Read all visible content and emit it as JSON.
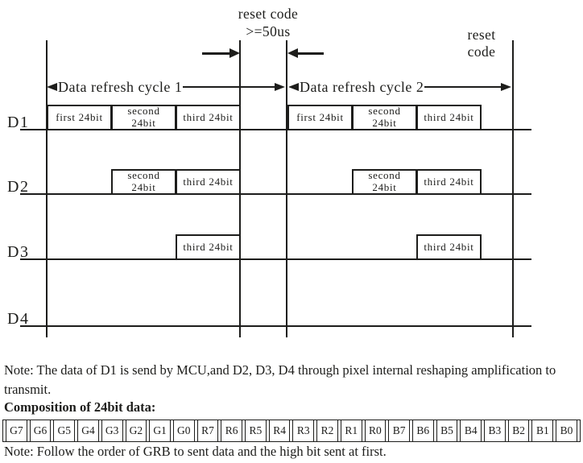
{
  "diagram": {
    "reset_code_top": {
      "line1": "reset code",
      "line2": ">=50us"
    },
    "reset_code_right": {
      "line1": "reset",
      "line2": "code"
    },
    "cycles": [
      {
        "label": "Data refresh cycle 1"
      },
      {
        "label": "Data refresh cycle 2"
      }
    ],
    "signals": [
      {
        "label": "D1",
        "pulses": [
          {
            "cycle": 1,
            "slot": 0,
            "label": "first 24bit"
          },
          {
            "cycle": 1,
            "slot": 1,
            "label": "second\n24bit"
          },
          {
            "cycle": 1,
            "slot": 2,
            "label": "third 24bit"
          },
          {
            "cycle": 2,
            "slot": 0,
            "label": "first 24bit"
          },
          {
            "cycle": 2,
            "slot": 1,
            "label": "second\n24bit"
          },
          {
            "cycle": 2,
            "slot": 2,
            "label": "third 24bit"
          }
        ]
      },
      {
        "label": "D2",
        "pulses": [
          {
            "cycle": 1,
            "slot": 1,
            "label": "second\n24bit"
          },
          {
            "cycle": 1,
            "slot": 2,
            "label": "third 24bit"
          },
          {
            "cycle": 2,
            "slot": 1,
            "label": "second\n24bit"
          },
          {
            "cycle": 2,
            "slot": 2,
            "label": "third 24bit"
          }
        ]
      },
      {
        "label": "D3",
        "pulses": [
          {
            "cycle": 1,
            "slot": 2,
            "label": "third 24bit"
          },
          {
            "cycle": 2,
            "slot": 2,
            "label": "third 24bit"
          }
        ]
      },
      {
        "label": "D4",
        "pulses": []
      }
    ]
  },
  "notes": {
    "mcu_note": "Note: The data of D1 is send by MCU,and D2, D3, D4 through pixel internal reshaping amplification to transmit.",
    "composition_heading": "Composition of 24bit data:",
    "grb_note": "Note: Follow the order of GRB to sent data and the high bit sent at first."
  },
  "bit_table": {
    "cells": [
      "G7",
      "G6",
      "G5",
      "G4",
      "G3",
      "G2",
      "G1",
      "G0",
      "R7",
      "R6",
      "R5",
      "R4",
      "R3",
      "R2",
      "R1",
      "R0",
      "B7",
      "B6",
      "B5",
      "B4",
      "B3",
      "B2",
      "B1",
      "B0"
    ]
  },
  "colors": {
    "ink": "#1d1d1b",
    "background": "#ffffff"
  }
}
